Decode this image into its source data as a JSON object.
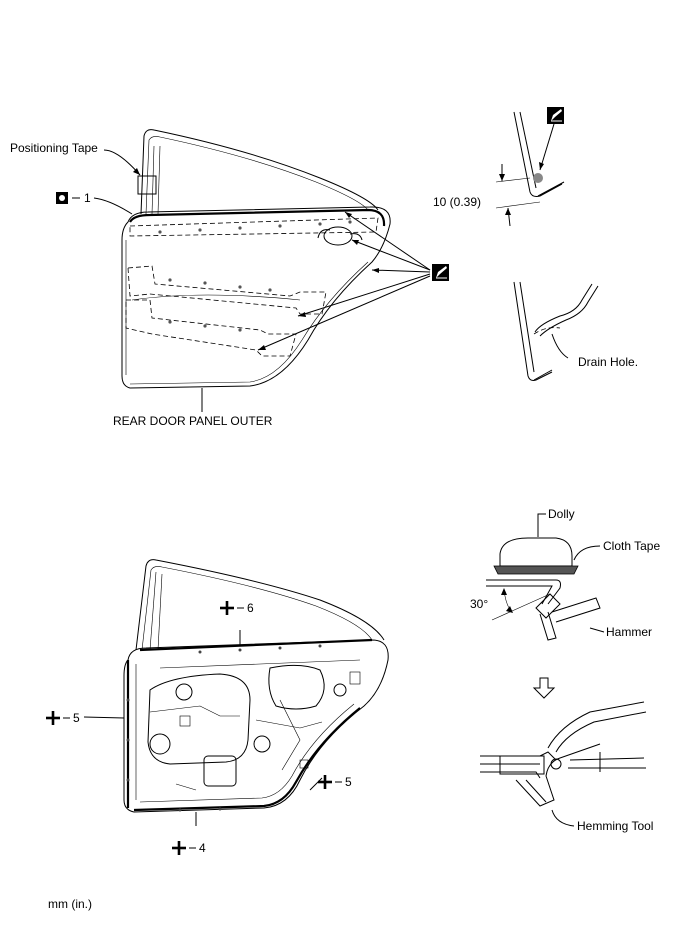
{
  "labels": {
    "positioning_tape": "Positioning Tape",
    "callout_1": "1",
    "rear_door_panel_outer": "REAR DOOR PANEL OUTER",
    "dimension": "10 (0.39)",
    "drain_hole": "Drain Hole.",
    "dolly": "Dolly",
    "cloth_tape": "Cloth Tape",
    "angle": "30°",
    "hammer": "Hammer",
    "hemming_tool": "Hemming Tool",
    "callout_6": "6",
    "callout_5_left": "5",
    "callout_5_right": "5",
    "callout_4": "4",
    "units": "mm (in.)"
  },
  "icons": {
    "sealer": "sealer-pen-icon",
    "replace_part": "replace-part-icon",
    "weld_point": "plus-weld-icon",
    "next_step": "down-arrow-icon"
  }
}
